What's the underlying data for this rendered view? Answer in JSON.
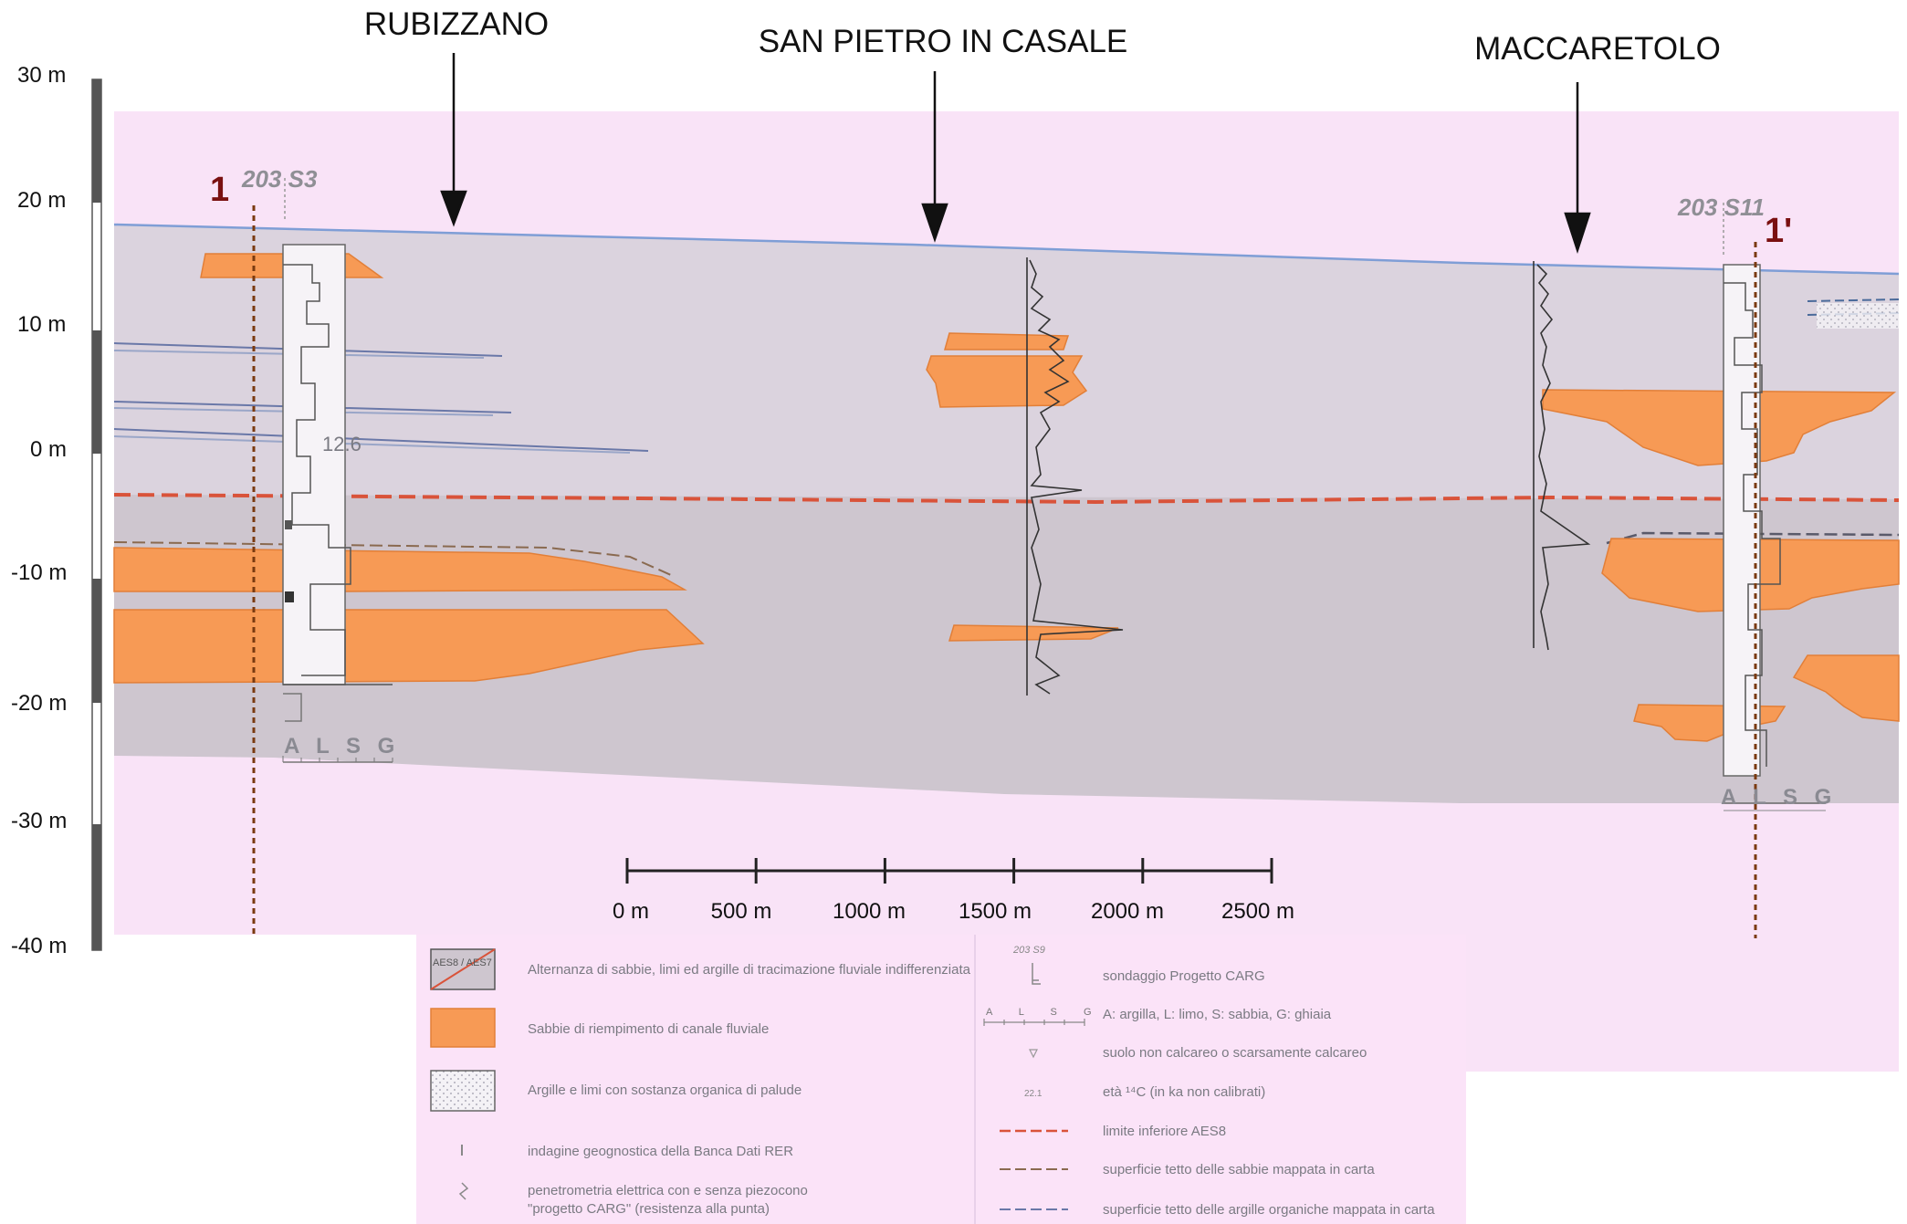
{
  "colors": {
    "page_bg": "#ffffff",
    "section_bg": "#f9e3f7",
    "upper_unit": "#dbd3de",
    "lower_unit": "#cec6cf",
    "sand": "#f79a55",
    "sand_edge": "#e27f38",
    "red_limit": "#d9533a",
    "ground_line": "#7f9ed6",
    "marker_red": "#7a1010",
    "marker_dash": "#7a3a10",
    "legend_bg": "#fbe3f8"
  },
  "towns": [
    "RUBIZZANO",
    "SAN PIETRO IN CASALE",
    "MACCARETOLO"
  ],
  "section_markers": {
    "start": "1",
    "end": "1'"
  },
  "boreholes": {
    "left": "203 S3",
    "right": "203 S11"
  },
  "borehole_value": "12.6",
  "texture_classes": "A L S G",
  "depth_scale": {
    "labels": [
      "30 m",
      "20 m",
      "10 m",
      "0 m",
      "-10 m",
      "-20 m",
      "-30 m",
      "-40 m"
    ],
    "values": [
      30,
      20,
      10,
      0,
      -10,
      -20,
      -30,
      -40
    ]
  },
  "distance_scale": {
    "labels": [
      "0 m",
      "500 m",
      "1000 m",
      "1500 m",
      "2000 m",
      "2500 m"
    ],
    "values": [
      0,
      500,
      1000,
      1500,
      2000,
      2500
    ]
  },
  "legend": {
    "left": [
      {
        "key": "AES8 / AES7",
        "symbol": "units-symbol",
        "text": "Alternanza di sabbie, limi ed argille di tracimazione fluviale indifferenziata"
      },
      {
        "symbol": "sand-symbol",
        "text": "Sabbie di riempimento di canale fluviale"
      },
      {
        "symbol": "swamp-symbol",
        "text": "Argille e limi con sostanza organica di palude"
      },
      {
        "symbol": "rer-symbol",
        "text": "indagine geognostica della Banca Dati RER"
      },
      {
        "symbol": "cpt-symbol",
        "text": "penetrometria elettrica con e senza piezocono",
        "text2": "\"progetto CARG\" (resistenza alla punta)"
      }
    ],
    "right": [
      {
        "symbol": "carg-borehole-symbol",
        "key": "203 S9",
        "text": "sondaggio Progetto CARG"
      },
      {
        "symbol": "texture-scale-symbol",
        "key": "A L S G",
        "text": "A: argilla, L: limo, S: sabbia, G: ghiaia"
      },
      {
        "symbol": "soil-symbol",
        "text": "suolo non calcareo o scarsamente calcareo"
      },
      {
        "symbol": "c14-symbol",
        "key": "22.1",
        "text": "età ¹⁴C (in ka non calibrati)"
      },
      {
        "symbol": "red-dash-symbol",
        "text": "limite inferiore AES8"
      },
      {
        "symbol": "brown-dash-symbol",
        "text": "superficie tetto delle sabbie mappata in carta"
      },
      {
        "symbol": "blue-dash-symbol",
        "text": "superficie tetto delle argille organiche mappata in carta"
      }
    ]
  }
}
